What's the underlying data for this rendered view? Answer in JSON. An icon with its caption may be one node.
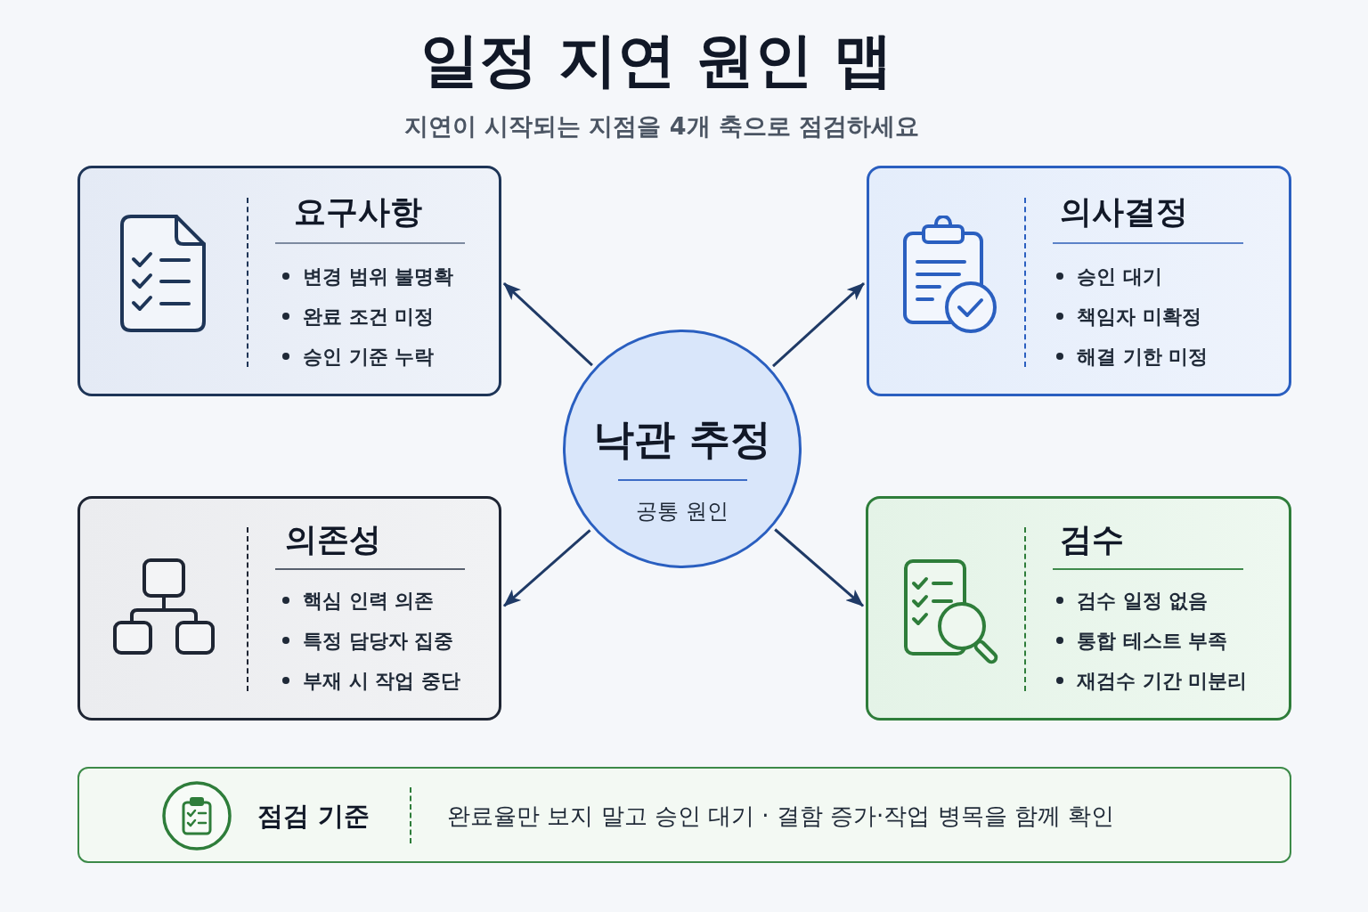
{
  "diagram": {
    "title": "일정 지연 원인 맵",
    "nodes": [
      {
        "text": [
          "요구사항",
          "변경 범위 불명확",
          "완료 조건 미정",
          "승인 기준 누락"
        ]
      },
      {
        "text": [
          "의사결정",
          "승인 대기",
          "책임자 미확정",
          "해결 기한 미정"
        ]
      },
      {
        "text": [
          "낙관 추정",
          "공통 원인"
        ]
      },
      {
        "text": [
          "의존성",
          "핵심 인력 의존",
          "특정 담당자 집중",
          "부재 시 작업 중단"
        ]
      },
      {
        "text": [
          "검수",
          "검수 일정 없음",
          "통합 테스트 부족",
          "재검수 기간 미분리"
        ]
      },
      {
        "text": [
          "점검 기준",
          "완료율만 보지 말고 승인 대기 · 결함 증가·작업 병목을 함께 확인"
        ]
      }
    ],
    "edges": [
      {
        "from": 2,
        "to": 0,
        "arrow": "to"
      },
      {
        "from": 2,
        "to": 1,
        "arrow": "to"
      },
      {
        "from": 2,
        "to": 3,
        "arrow": "to"
      },
      {
        "from": 2,
        "to": 4,
        "arrow": "to"
      }
    ],
    "labels": [
      "지연이 시작되는 지점을 4개 축으로 점검하세요"
    ]
  }
}
